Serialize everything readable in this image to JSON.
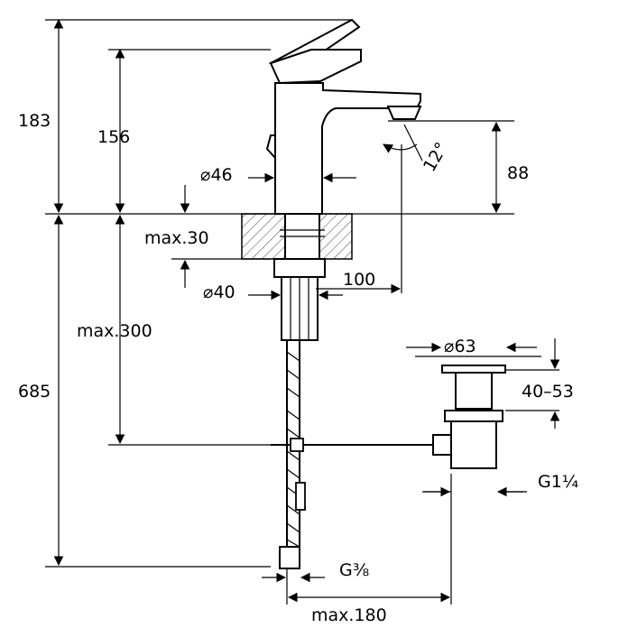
{
  "dimensions": {
    "total_height_upper": "183",
    "spout_height": "156",
    "body_diameter": "⌀46",
    "outlet_height": "88",
    "spray_angle": "12°",
    "deck_thickness": "max.30",
    "hole_diameter": "⌀40",
    "spout_reach": "100",
    "hose_length": "max.300",
    "total_height_lower": "685",
    "waste_diameter": "⌀63",
    "waste_range": "40–53",
    "waste_thread": "G1¼",
    "inlet_thread": "G⅜",
    "rod_length": "max.180"
  },
  "colors": {
    "line": "#000000",
    "hatch": "#444444",
    "background": "#ffffff"
  }
}
